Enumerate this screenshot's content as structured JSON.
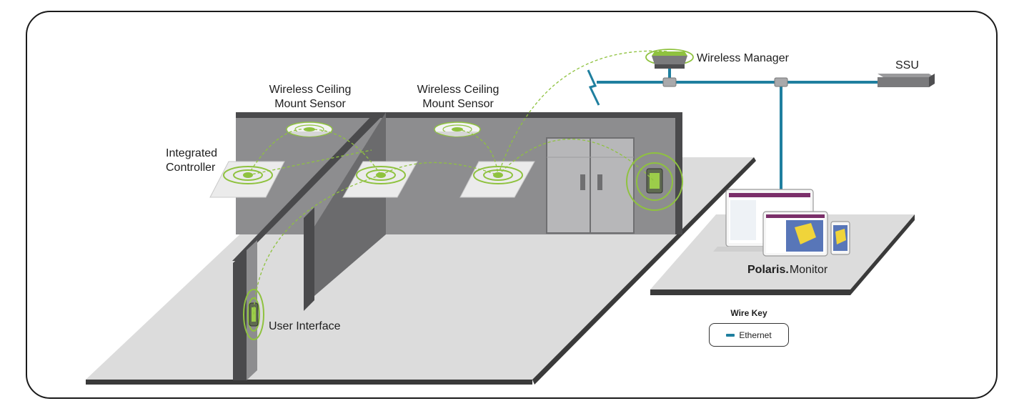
{
  "colors": {
    "ethernet": "#1f7f9f",
    "wireless_signal": "#8fc23f",
    "frame": "#1a1a1a",
    "wall": "#8d8d8f",
    "wall_dark": "#4a4a4c",
    "floor": "#dcdcdc"
  },
  "labels": {
    "wireless_manager": "Wireless Manager",
    "ssu": "SSU",
    "ceiling_sensor_1": [
      "Wireless Ceiling",
      "Mount Sensor"
    ],
    "ceiling_sensor_2": [
      "Wireless Ceiling",
      "Mount Sensor"
    ],
    "integrated_controller": [
      "Integrated",
      "Controller"
    ],
    "user_interface": "User Interface",
    "polaris_brand": "Polaris.",
    "polaris_product": "Monitor"
  },
  "wire_key": {
    "title": "Wire Key",
    "items": [
      {
        "label": "Ethernet",
        "color": "#1f7f9f"
      }
    ]
  },
  "icons": {
    "wireless_manager": "router-icon",
    "ssu": "server-unit-icon",
    "lightning": "wireless-link-icon",
    "monitor_devices": "laptop-tablet-phone-icon"
  }
}
